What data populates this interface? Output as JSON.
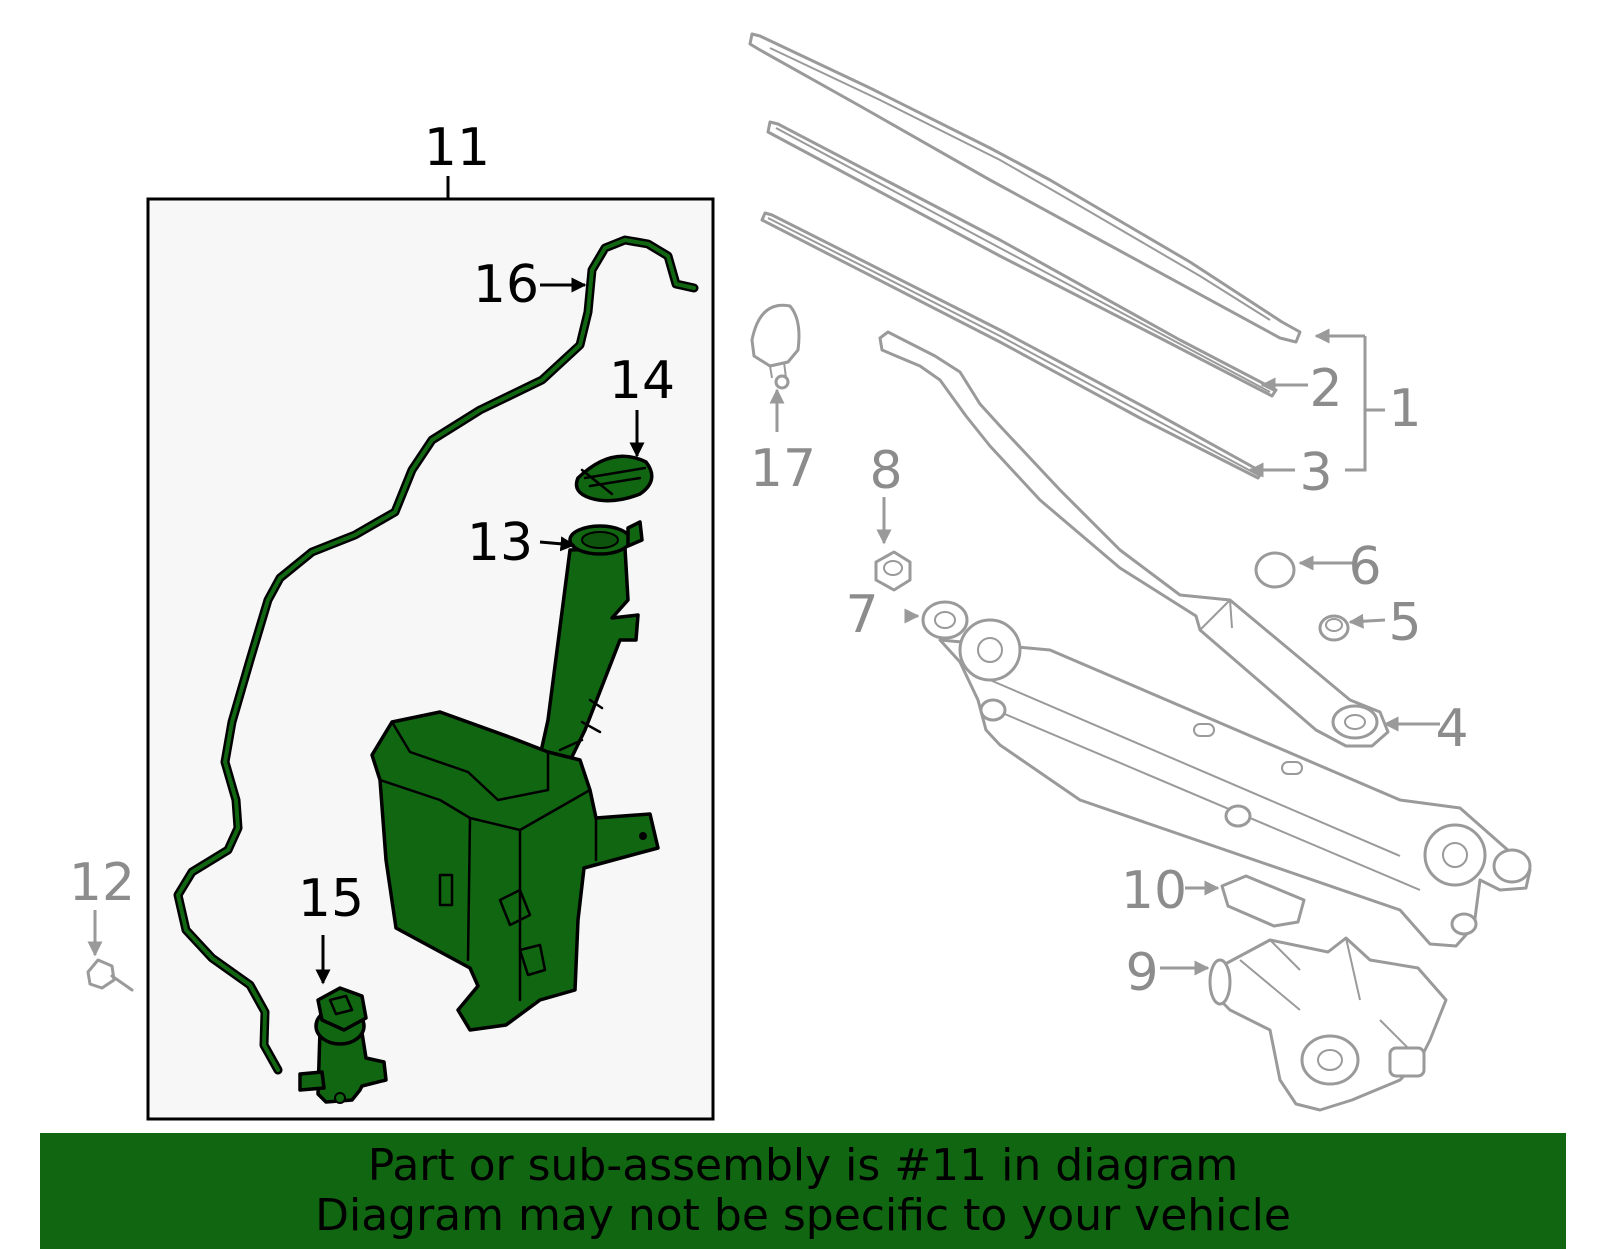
{
  "diagram": {
    "highlight_color": "#116611",
    "muted_color": "#9a9a9a",
    "callouts": {
      "c1": "1",
      "c2": "2",
      "c3": "3",
      "c4": "4",
      "c5": "5",
      "c6": "6",
      "c7": "7",
      "c8": "8",
      "c9": "9",
      "c10": "10",
      "c11": "11",
      "c12": "12",
      "c13": "13",
      "c14": "14",
      "c15": "15",
      "c16": "16",
      "c17": "17"
    }
  },
  "banner": {
    "line1": "Part or sub-assembly is #11 in diagram",
    "line2": "Diagram may not be specific to your vehicle"
  }
}
